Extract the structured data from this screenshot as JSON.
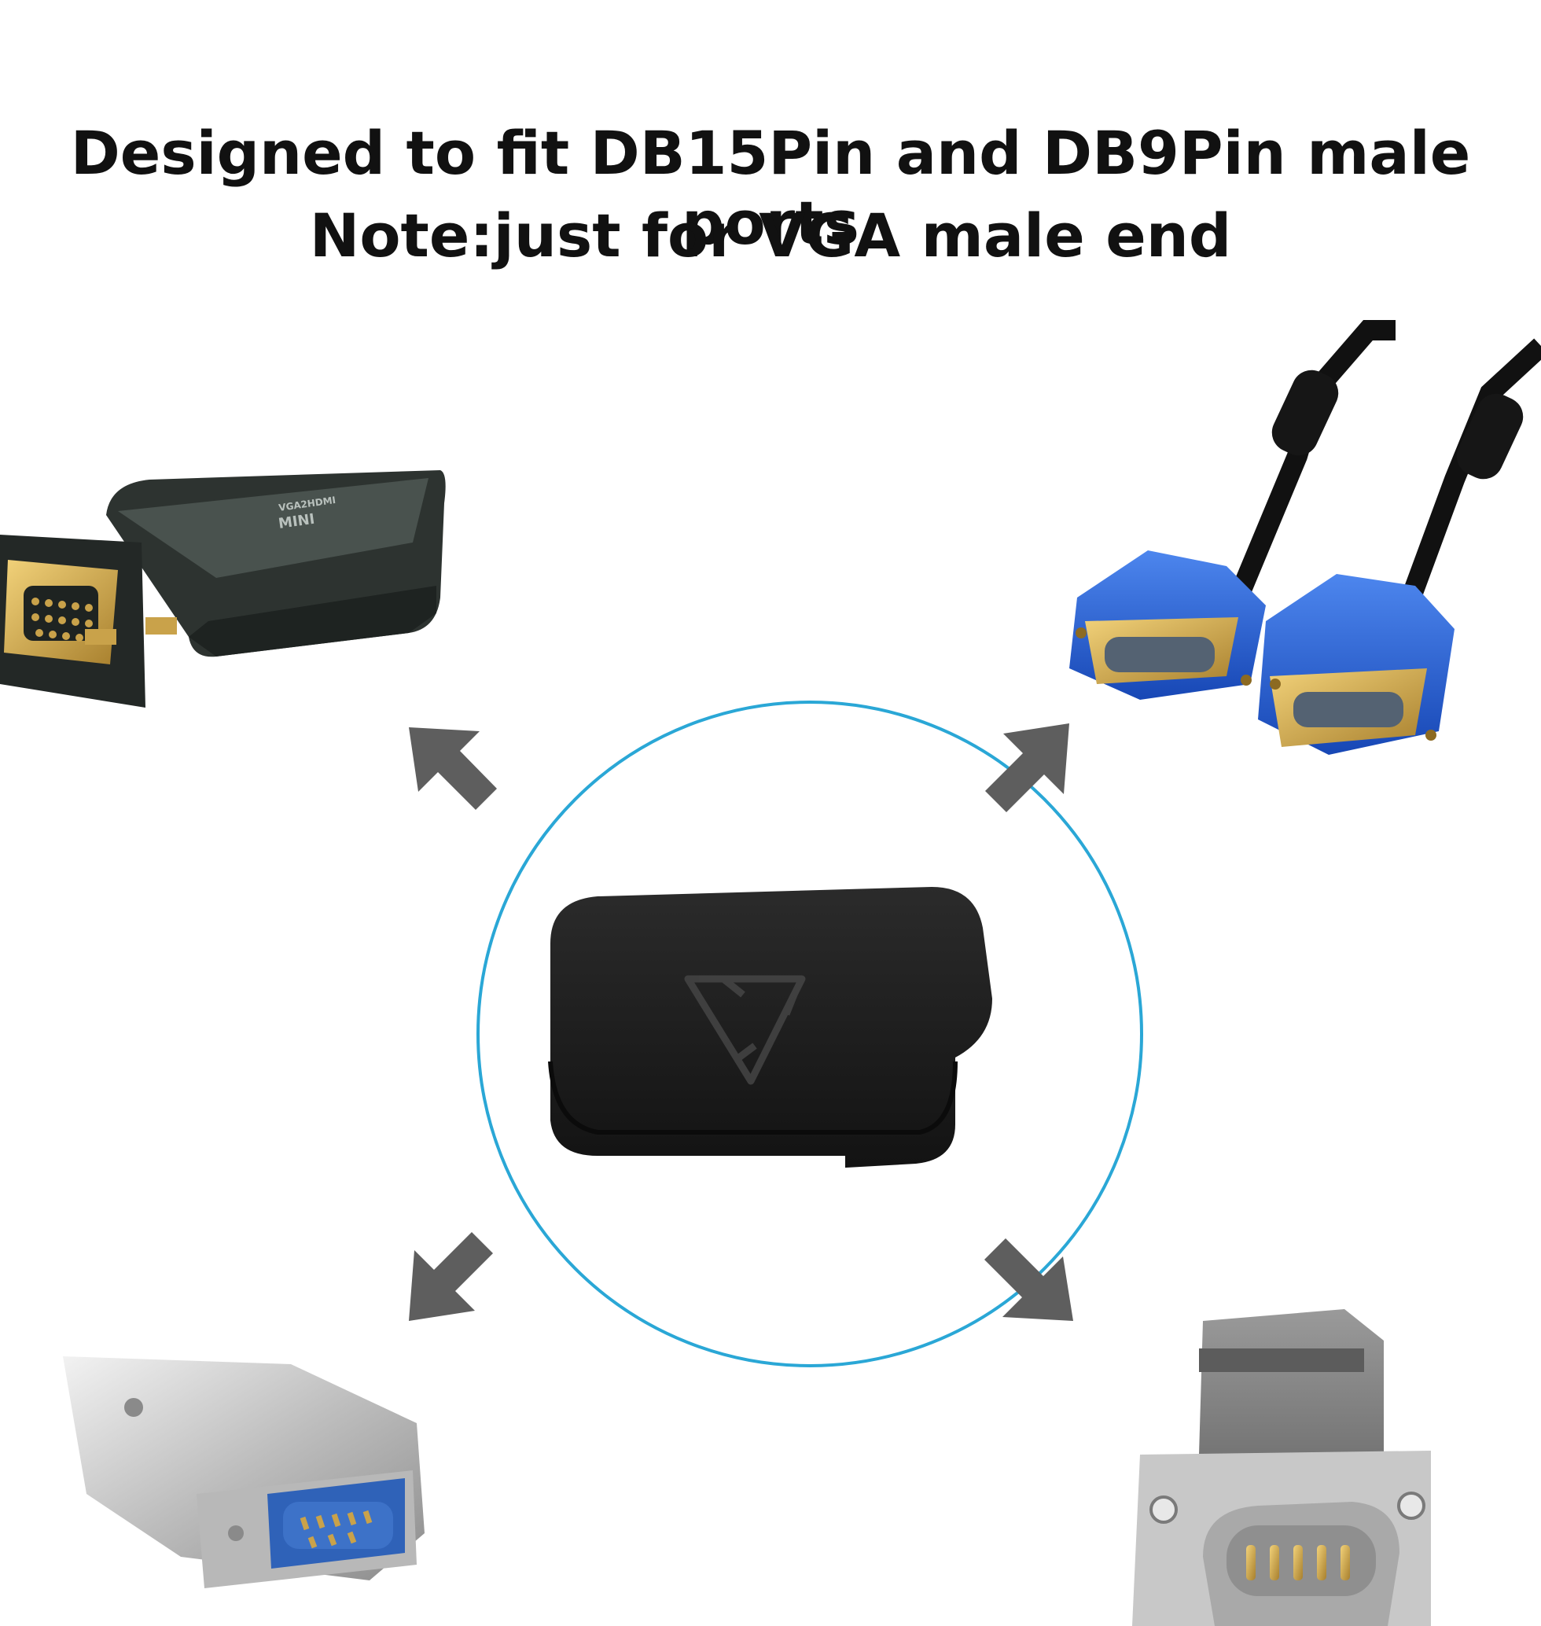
{
  "header": {
    "line1": "Designed to fit DB15Pin and DB9Pin male ports",
    "line2": "Note:just for VGA male end"
  },
  "products": {
    "converter_label": "MINI",
    "converter_sublabel": "VGA2HDMI"
  },
  "colors": {
    "circle": "#2aa7d6",
    "arrow": "#5e5e5e",
    "cap": "#1c1c1c",
    "vga_blue": "#1f5fd1",
    "gold": "#c9a24a"
  },
  "icons": [
    "recycle-icon"
  ]
}
